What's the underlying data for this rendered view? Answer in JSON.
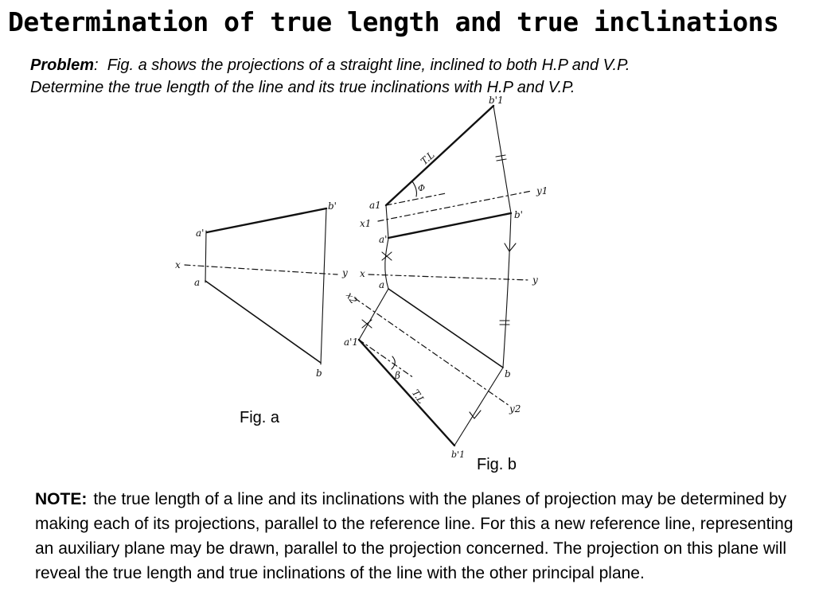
{
  "title": "Determination of true length and true inclinations",
  "problem": {
    "label": "Problem",
    "separator": ":",
    "text": "Fig. a  shows the projections of a straight line, inclined to both H.P and V.P. Determine the true length of the line and its true inclinations with H.P and V.P."
  },
  "figure_a": {
    "caption": "Fig. a",
    "labels": {
      "a_prime": "a'",
      "b_prime": "b'",
      "a": "a",
      "b": "b",
      "x": "x",
      "y": "y"
    }
  },
  "figure_b": {
    "caption": "Fig. b",
    "labels": {
      "b1_prime": "b'1",
      "a1": "a1",
      "b_prime": "b'",
      "x1": "x1",
      "y1": "y1",
      "a_prime": "a'",
      "x": "x",
      "y": "y",
      "a": "a",
      "x2": "x2",
      "a1_prime": "a'1",
      "b": "b",
      "y2": "y2",
      "b1": "b'1",
      "tl_upper": "T.L",
      "tl_lower": "T.L",
      "phi": "Φ",
      "beta": "β"
    }
  },
  "note": {
    "label": "NOTE:",
    "text": "the true length of a line and its inclinations with the planes of projection may be determined by making each of its projections, parallel to the reference line. For this a new reference line, representing an auxiliary plane may be drawn, parallel to the projection concerned. The projection on this plane will reveal the true length and true inclinations of the line with the other principal plane."
  }
}
